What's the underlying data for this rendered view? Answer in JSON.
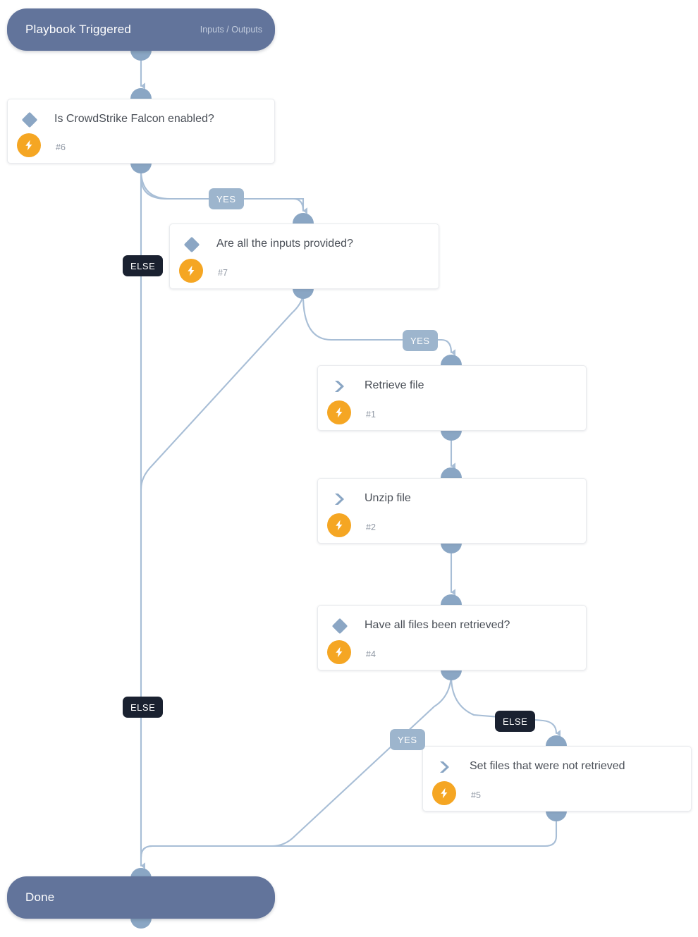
{
  "diagram": {
    "type": "playbook-flowchart",
    "background": "#ffffff",
    "accent_colors": {
      "terminal_node": "#62749b",
      "port": "#8aa6c4",
      "edge": "#a8bed6",
      "yes_badge": "#9db5cd",
      "else_badge": "#1a2130",
      "bolt_badge": "#f5a623",
      "decision_glyph": "#8ba6c4",
      "action_glyph": "#8aa6c4",
      "card_border": "#e9ebee",
      "card_title_text": "#4a4f57",
      "card_num_text": "#9199a5"
    },
    "start": {
      "title": "Playbook Triggered",
      "meta": "Inputs / Outputs"
    },
    "end": {
      "title": "Done"
    },
    "nodes": [
      {
        "id": "n6",
        "kind": "decision",
        "title": "Is CrowdStrike Falcon enabled?",
        "number": "#6",
        "glyph": "diamond-icon"
      },
      {
        "id": "n7",
        "kind": "decision",
        "title": "Are all the inputs provided?",
        "number": "#7",
        "glyph": "diamond-icon"
      },
      {
        "id": "n1",
        "kind": "action",
        "title": "Retrieve file",
        "number": "#1",
        "glyph": "chevron-right-icon"
      },
      {
        "id": "n2",
        "kind": "action",
        "title": "Unzip file",
        "number": "#2",
        "glyph": "chevron-right-icon"
      },
      {
        "id": "n4",
        "kind": "decision",
        "title": "Have all files been retrieved?",
        "number": "#4",
        "glyph": "diamond-icon"
      },
      {
        "id": "n5",
        "kind": "action",
        "title": "Set files that were not retrieved",
        "number": "#5",
        "glyph": "chevron-right-icon"
      }
    ],
    "branch_labels": {
      "yes": "YES",
      "else": "ELSE"
    },
    "edges": [
      {
        "from": "start",
        "to": "n6",
        "label": ""
      },
      {
        "from": "n6",
        "to": "n7",
        "label": "YES"
      },
      {
        "from": "n6",
        "to": "end",
        "label": "ELSE"
      },
      {
        "from": "n7",
        "to": "n1",
        "label": "YES"
      },
      {
        "from": "n7",
        "to": "end",
        "label": "ELSE"
      },
      {
        "from": "n1",
        "to": "n2",
        "label": ""
      },
      {
        "from": "n2",
        "to": "n4",
        "label": ""
      },
      {
        "from": "n4",
        "to": "end",
        "label": "YES"
      },
      {
        "from": "n4",
        "to": "n5",
        "label": "ELSE"
      },
      {
        "from": "n5",
        "to": "end",
        "label": ""
      }
    ]
  }
}
